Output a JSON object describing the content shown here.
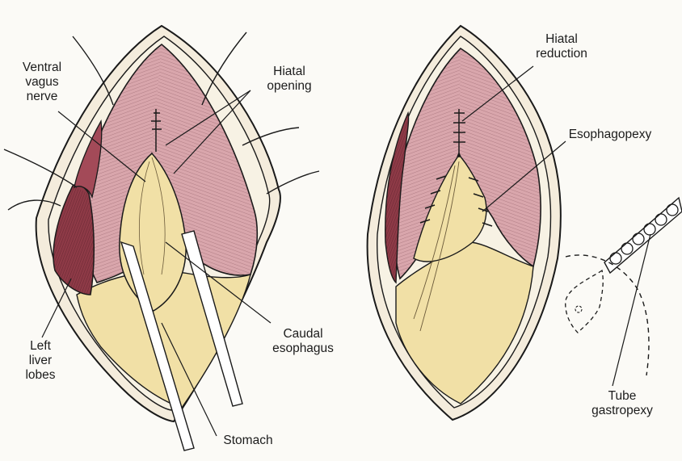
{
  "labels": {
    "ventral_vagus_nerve": "Ventral\nvagus\nnerve",
    "hiatal_opening": "Hiatal\nopening",
    "left_liver_lobes": "Left\nliver\nlobes",
    "caudal_esophagus": "Caudal\nesophagus",
    "stomach": "Stomach",
    "hiatal_reduction": "Hiatal\nreduction",
    "esophagopexy": "Esophagopexy",
    "tube_gastropexy": "Tube\ngastropexy"
  },
  "colors": {
    "diaphragm": "#d9a6ac",
    "diaphragm_dark": "#b77a86",
    "liver": "#8e3a47",
    "stomach": "#f1e0a6",
    "outline": "#1a1a1a",
    "background": "#fbfaf6"
  }
}
